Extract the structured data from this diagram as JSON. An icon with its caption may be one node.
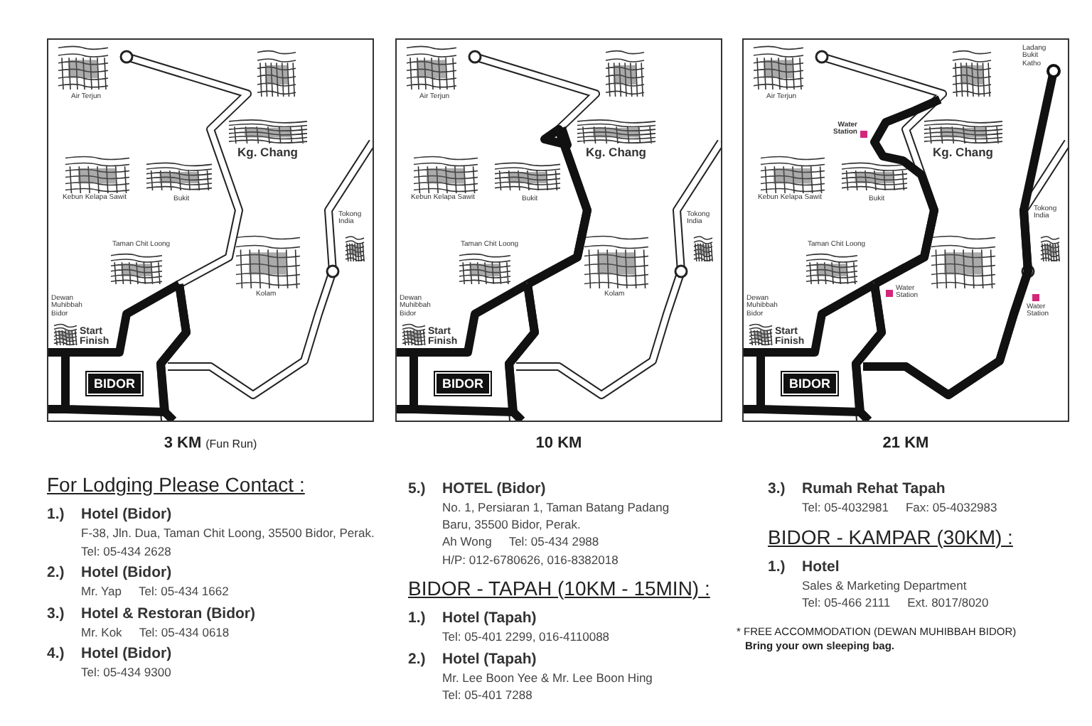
{
  "diagram": {
    "nodes": [
      {
        "text": [
          "3 KM",
          "(Fun Run)"
        ]
      },
      {
        "text": [
          "BIDOR"
        ],
        "in": 0
      },
      {
        "text": [
          "10 KM"
        ]
      },
      {
        "text": [
          "BIDOR"
        ],
        "in": 2
      },
      {
        "text": [
          "21 KM"
        ]
      },
      {
        "text": [
          "BIDOR"
        ],
        "in": 4
      }
    ],
    "labels": [
      "Air Terjun",
      "Kg. Chang",
      "Kebun Kelapa Sawit",
      "Bukit",
      "Taman Chit Loong",
      "Tokong India",
      "Kolam",
      "Dewan Muhibbah Bidor",
      "Start Finish",
      "Air Terjun",
      "Kg. Chang",
      "Kebun Kelapa Sawit",
      "Bukit",
      "Taman Chit Loong",
      "Tokong India",
      "Kolam",
      "Dewan Muhibbah Bidor",
      "Start Finish",
      "Ladang Bukit Katho",
      "Air Terjun",
      "Water Station",
      "Kg. Chang",
      "Kebun Kelapa Sawit",
      "Bukit",
      "Tokong India",
      "Taman Chit Loong",
      "Water Station",
      "Dewan Muhibbah Bidor",
      "Water Station",
      "Start Finish",
      "For Lodging Please Contact :",
      "1.)",
      "Hotel (Bidor)",
      "F-38, Jln. Dua, Taman Chit Loong, 35500 Bidor, Perak.",
      "Tel: 05-434 2628",
      "2.)",
      "Hotel (Bidor)",
      "Mr. Yap",
      "Tel: 05-434 1662",
      "3.)",
      "Hotel & Restoran (Bidor)",
      "Mr. Kok",
      "Tel: 05-434 0618",
      "4.)",
      "Hotel (Bidor)",
      "Tel: 05-434 9300",
      "5.)",
      "HOTEL (Bidor)",
      "No. 1, Persiaran 1, Taman Batang Padang Baru, 35500 Bidor, Perak.",
      "Ah Wong",
      "Tel: 05-434 2988",
      "H/P: 012-6780626, 016-8382018",
      "BIDOR - TAPAH (10KM - 15MIN) :",
      "1.)",
      "Hotel (Tapah)",
      "Tel: 05-401 2299, 016-4110088",
      "2.)",
      "Hotel (Tapah)",
      "Mr. Lee Boon Yee & Mr. Lee Boon Hing",
      "Tel: 05-401 7288",
      "3.)",
      "Rumah Rehat Tapah",
      "Tel: 05-4032981",
      "Fax: 05-4032983",
      "BIDOR - KAMPAR (30KM) :",
      "1.)",
      "Hotel",
      "Sales & Marketing Department",
      "Tel: 05-466 2111",
      "Ext. 8017/8020",
      "* FREE ACCOMMODATION (DEWAN MUHIBBAH BIDOR)",
      "Bring your own sleeping bag."
    ]
  }
}
